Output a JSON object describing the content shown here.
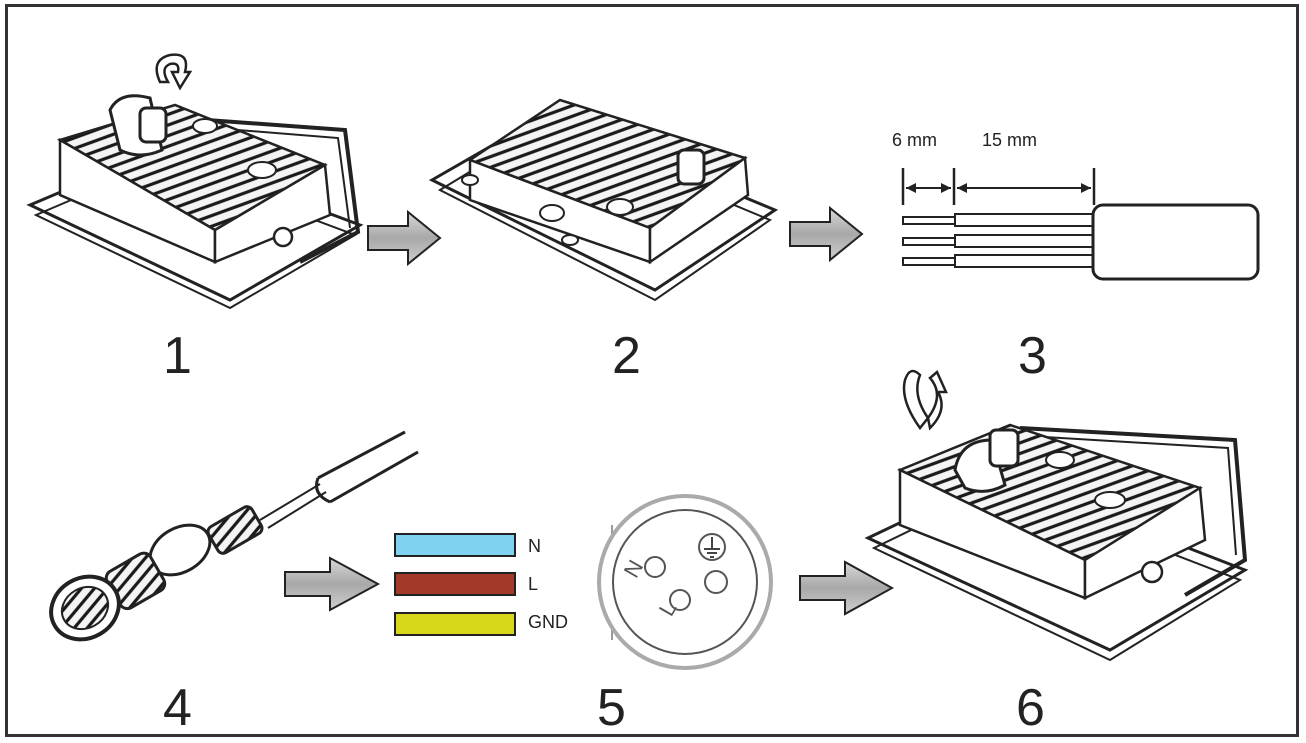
{
  "steps": [
    "1",
    "2",
    "3",
    "4",
    "5",
    "6"
  ],
  "strip_lengths": {
    "short": "6 mm",
    "long": "15 mm"
  },
  "wires": [
    {
      "label": "N",
      "color": "#7fd3f0"
    },
    {
      "label": "L",
      "color": "#a23a2a"
    },
    {
      "label": "GND",
      "color": "#d8d81a"
    }
  ],
  "connector_marks": [
    "N",
    "L"
  ],
  "icons": [
    "rotate-arrow-icon",
    "flow-arrow-icon",
    "ground-symbol-icon"
  ]
}
